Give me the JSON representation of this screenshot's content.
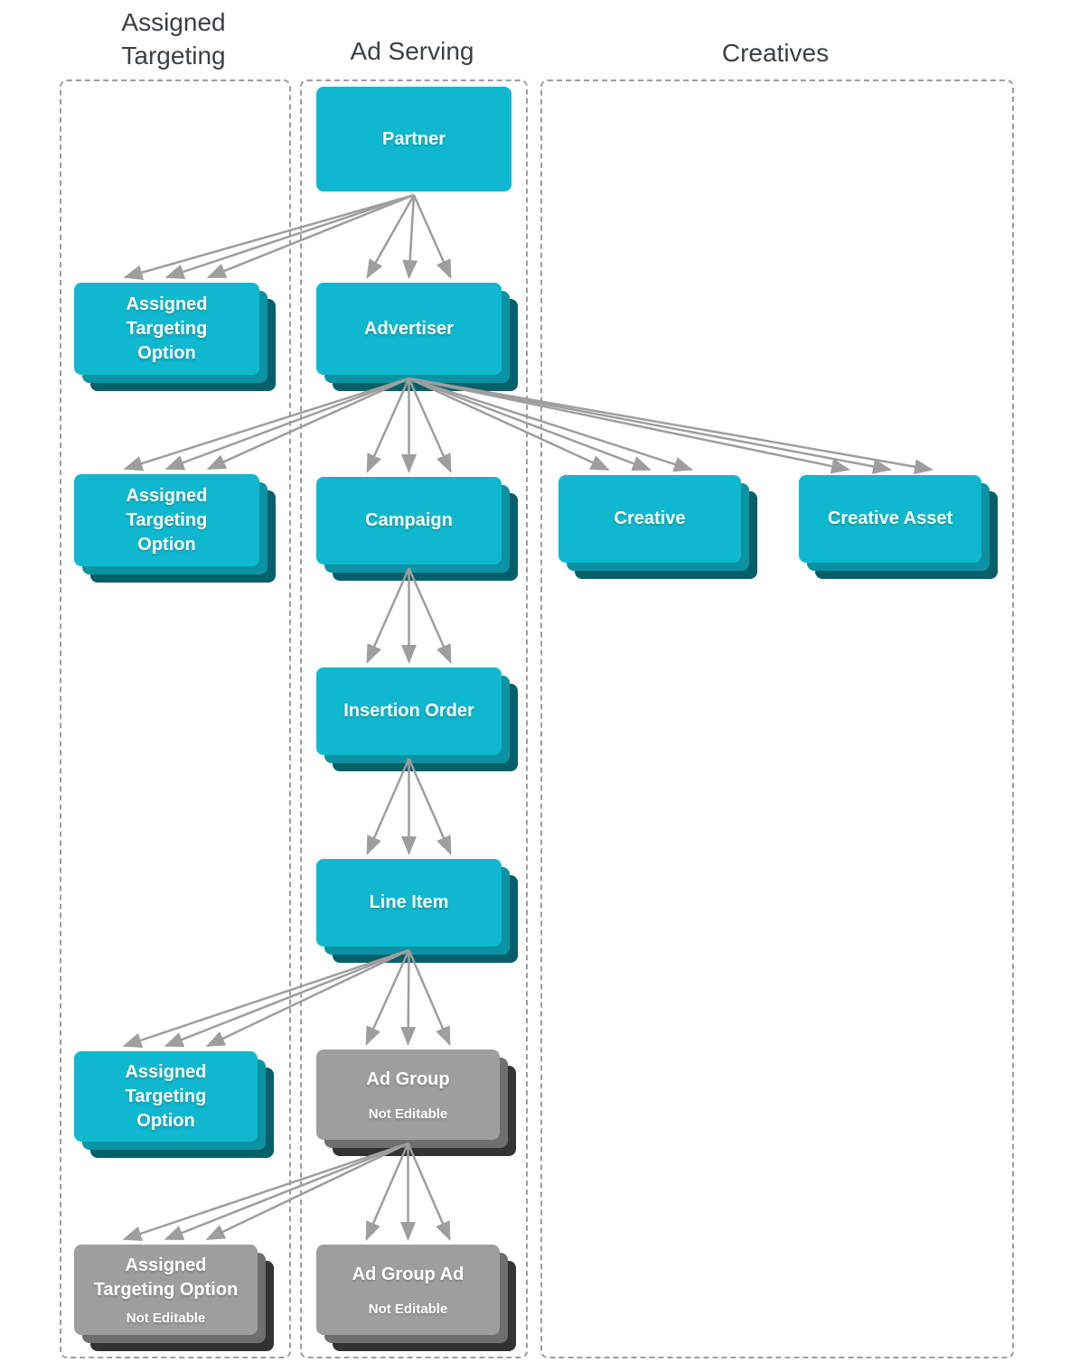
{
  "diagram": {
    "columns": [
      {
        "id": "assigned_targeting",
        "label": "Assigned\nTargeting"
      },
      {
        "id": "ad_serving",
        "label": "Ad Serving"
      },
      {
        "id": "creatives",
        "label": "Creatives"
      }
    ],
    "nodes": {
      "partner": {
        "label": "Partner",
        "column": "ad_serving",
        "stacked": false,
        "style": "cyan"
      },
      "advertiser": {
        "label": "Advertiser",
        "column": "ad_serving",
        "stacked": true,
        "style": "cyan"
      },
      "campaign": {
        "label": "Campaign",
        "column": "ad_serving",
        "stacked": true,
        "style": "cyan"
      },
      "insertion_order": {
        "label": "Insertion Order",
        "column": "ad_serving",
        "stacked": true,
        "style": "cyan"
      },
      "line_item": {
        "label": "Line Item",
        "column": "ad_serving",
        "stacked": true,
        "style": "cyan"
      },
      "ad_group": {
        "label": "Ad Group",
        "sublabel": "Not Editable",
        "column": "ad_serving",
        "stacked": true,
        "style": "gray"
      },
      "ad_group_ad": {
        "label": "Ad Group Ad",
        "sublabel": "Not Editable",
        "column": "ad_serving",
        "stacked": true,
        "style": "gray"
      },
      "ato_partner": {
        "label": "Assigned\nTargeting\nOption",
        "column": "assigned_targeting",
        "stacked": true,
        "style": "cyan"
      },
      "ato_advertiser": {
        "label": "Assigned\nTargeting\nOption",
        "column": "assigned_targeting",
        "stacked": true,
        "style": "cyan"
      },
      "ato_line_item": {
        "label": "Assigned\nTargeting\nOption",
        "column": "assigned_targeting",
        "stacked": true,
        "style": "cyan"
      },
      "ato_ad_group": {
        "label": "Assigned\nTargeting Option",
        "sublabel": "Not Editable",
        "column": "assigned_targeting",
        "stacked": true,
        "style": "gray"
      },
      "creative": {
        "label": "Creative",
        "column": "creatives",
        "stacked": true,
        "style": "cyan"
      },
      "creative_asset": {
        "label": "Creative Asset",
        "column": "creatives",
        "stacked": true,
        "style": "cyan"
      }
    },
    "edges": [
      {
        "from": "partner",
        "to": "advertiser"
      },
      {
        "from": "partner",
        "to": "ato_partner"
      },
      {
        "from": "advertiser",
        "to": "ato_advertiser"
      },
      {
        "from": "advertiser",
        "to": "campaign"
      },
      {
        "from": "advertiser",
        "to": "creative"
      },
      {
        "from": "advertiser",
        "to": "creative_asset"
      },
      {
        "from": "campaign",
        "to": "insertion_order"
      },
      {
        "from": "insertion_order",
        "to": "line_item"
      },
      {
        "from": "line_item",
        "to": "ato_line_item"
      },
      {
        "from": "line_item",
        "to": "ad_group"
      },
      {
        "from": "ad_group",
        "to": "ato_ad_group"
      },
      {
        "from": "ad_group",
        "to": "ad_group_ad"
      }
    ],
    "arrows_per_edge": 3
  },
  "colors": {
    "box_cyan": "#0fb8ce",
    "box_cyan_mid": "#0b93a4",
    "box_cyan_dark": "#066069",
    "box_gray": "#9e9e9e",
    "box_gray_mid": "#6f6f6f",
    "box_gray_dark": "#333333",
    "arrow_gray": "#9e9e9e",
    "border_gray": "#9e9e9e",
    "title_text": "#3c4043",
    "label_text": "#ffffff"
  }
}
